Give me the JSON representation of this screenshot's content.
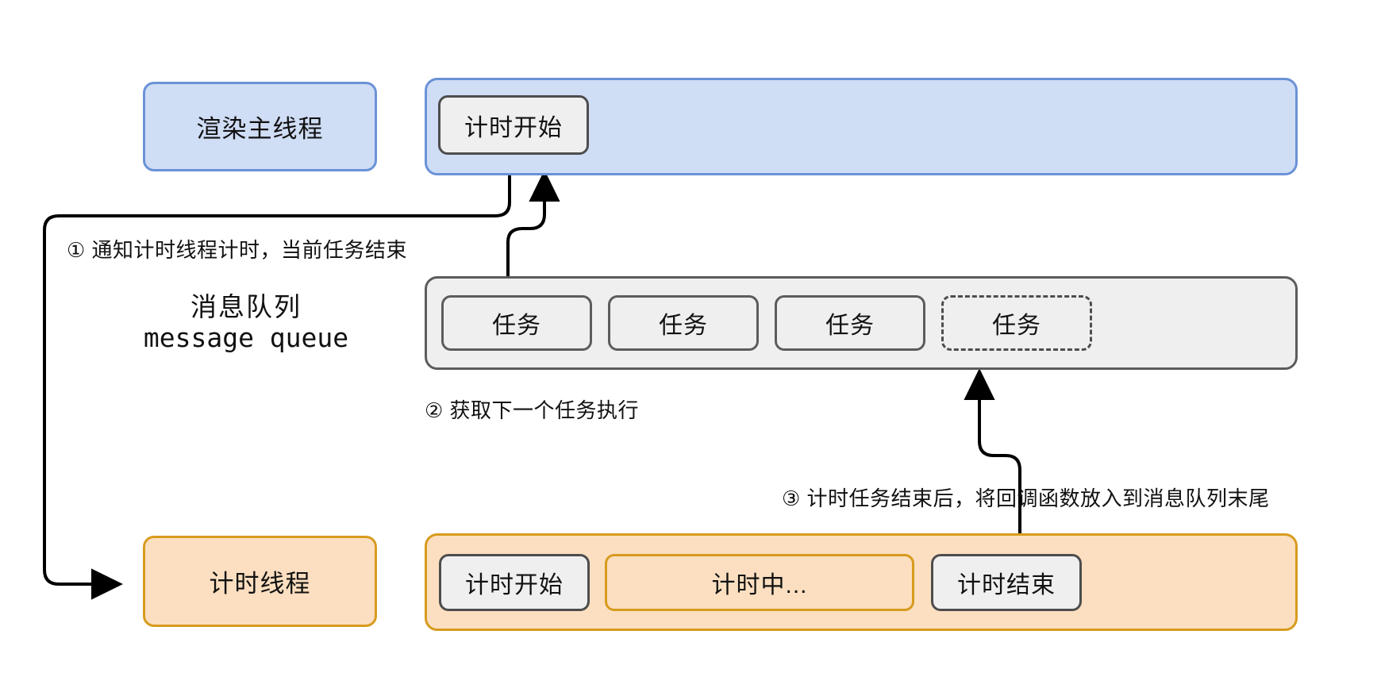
{
  "diagram": {
    "title_hidden": "",
    "colors": {
      "blue_fill": "#cfddf5",
      "blue_stroke": "#6b92d6",
      "orange_fill": "#fbdfc0",
      "orange_stroke": "#d79b1e",
      "grey_fill": "#efefef",
      "grey_stroke": "#5c5c5c",
      "text": "#111111",
      "background": "#ffffff"
    }
  },
  "lanes": {
    "main_thread": {
      "label": "渲染主线程",
      "chips": [
        {
          "label": "计时开始"
        }
      ]
    },
    "message_queue": {
      "title_cn": "消息队列",
      "title_en": "message queue",
      "chips": [
        {
          "label": "任务",
          "style": "solid"
        },
        {
          "label": "任务",
          "style": "solid"
        },
        {
          "label": "任务",
          "style": "solid"
        },
        {
          "label": "任务",
          "style": "dashed"
        }
      ]
    },
    "timer_thread": {
      "label": "计时线程",
      "chips": [
        {
          "label": "计时开始",
          "style": "grey"
        },
        {
          "label": "计时中...",
          "style": "orange"
        },
        {
          "label": "计时结束",
          "style": "grey"
        }
      ]
    }
  },
  "notes": {
    "step1": "① 通知计时线程计时，当前任务结束",
    "step2": "② 获取下一个任务执行",
    "step3": "③ 计时任务结束后，将回调函数放入到消息队列末尾"
  }
}
